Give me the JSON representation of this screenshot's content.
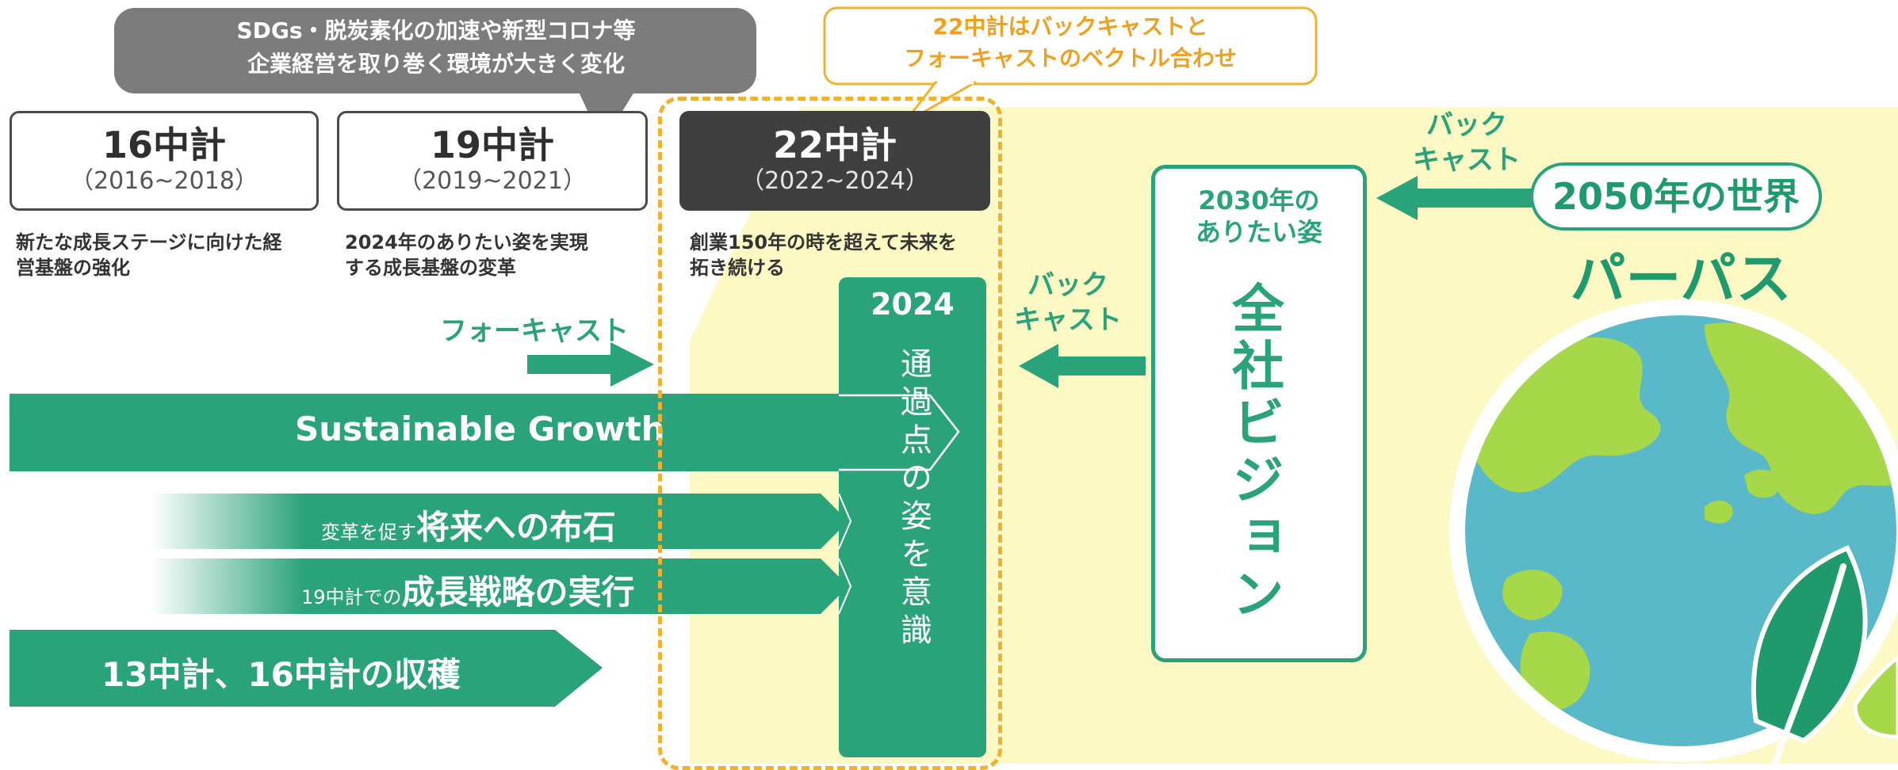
{
  "top_callout": {
    "line1": "SDGs・脱炭素化の加速や新型コロナ等",
    "line2": "企業経営を取り巻く環境が大きく変化"
  },
  "right_callout": {
    "line1": "22中計はバックキャストと",
    "line2": "フォーキャストのベクトル合わせ"
  },
  "plans": [
    {
      "title": "16中計",
      "years": "（2016~2018）",
      "desc_line1": "新たな成長ステージに向けた経",
      "desc_line2": "営基盤の強化"
    },
    {
      "title": "19中計",
      "years": "（2019~2021）",
      "desc_line1": "2024年のありたい姿を実現",
      "desc_line2": "する成長基盤の変革"
    },
    {
      "title": "22中計",
      "years": "（2022~2024）",
      "desc_line1": "創業150年の時を超えて未来を",
      "desc_line2": "拓き続ける"
    }
  ],
  "forecast_label": "フォーキャスト",
  "bars": {
    "sustainable": "Sustainable Growth",
    "future_small": "変革を促す",
    "future_big": "将来への布石",
    "growth_small": "19中計での",
    "growth_big": "成長戦略の実行",
    "harvest": "13中計、16中計の収穫"
  },
  "milestone": {
    "year": "2024",
    "text": "通過点の姿を意識"
  },
  "backcast_1": {
    "line1": "バック",
    "line2": "キャスト"
  },
  "backcast_2": {
    "line1": "バック",
    "line2": "キャスト"
  },
  "vision_2030": {
    "line1": "2030年の",
    "line2": "ありたい姿",
    "big": "全社ビジョン"
  },
  "world_2050": "2050年の世界",
  "purpose": "パーパス",
  "colors": {
    "green": "#2ba37a",
    "dark_green": "#1f9a6c",
    "yellow_bg": "#fdf9c4",
    "orange": "#f0b030",
    "gray_callout": "#7c7c7c",
    "dark_box": "#3f3f3f"
  },
  "icons": [
    "earth-globe-icon",
    "leaf-icon",
    "arrow-right-icon",
    "arrow-left-icon"
  ]
}
